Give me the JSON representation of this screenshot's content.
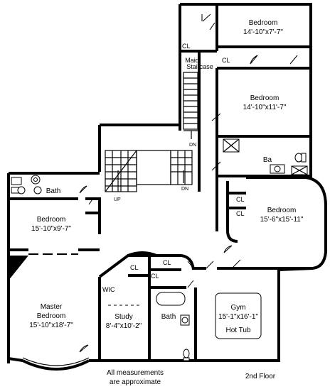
{
  "floor_label": "2nd Floor",
  "note": {
    "line1": "All measurements",
    "line2": "are approximate"
  },
  "rooms": {
    "bedroom_top": {
      "name": "Bedroom",
      "size": "14'-10\"x7'-7\""
    },
    "bedroom_mid": {
      "name": "Bedroom",
      "size": "14'-10\"x11'-7\""
    },
    "bedroom_left": {
      "name": "Bedroom",
      "size": "15'-10\"x9'-7\""
    },
    "bedroom_right": {
      "name": "Bedroom",
      "size": "15'-6\"x15'-11\""
    },
    "master": {
      "name1": "Master",
      "name2": "Bedroom",
      "size": "15'-10\"x18'-7\""
    },
    "study": {
      "name": "Study",
      "size": "8'-4\"x10'-2\""
    },
    "gym": {
      "name": "Gym",
      "size": "15'-1\"x16'-1\"",
      "extra": "Hot Tub"
    }
  },
  "labels": {
    "maid_staircase_1": "Maid",
    "maid_staircase_2": "Staircase",
    "cl": "CL",
    "bath": "Bath",
    "ba_partial": "Ba",
    "wic": "WIC",
    "up": "UP",
    "dn": "DN"
  }
}
